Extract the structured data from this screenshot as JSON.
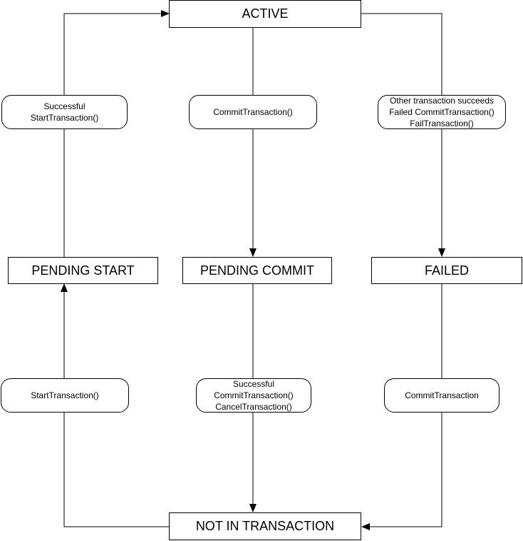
{
  "states": {
    "active": "ACTIVE",
    "pending_start": "PENDING START",
    "pending_commit": "PENDING COMMIT",
    "failed": "FAILED",
    "not_in_transaction": "NOT IN TRANSACTION"
  },
  "transitions": {
    "start_success": [
      "Successful",
      "StartTransaction()"
    ],
    "commit": [
      "CommitTransaction()"
    ],
    "fail": [
      "Other transaction succeeds",
      "Failed CommitTransaction()",
      "FailTransaction()"
    ],
    "start": [
      "StartTransaction()"
    ],
    "commit_or_cancel": [
      "Successful",
      "CommitTransaction()",
      "CancelTransaction()"
    ],
    "failed_commit": [
      "CommitTransaction"
    ]
  }
}
